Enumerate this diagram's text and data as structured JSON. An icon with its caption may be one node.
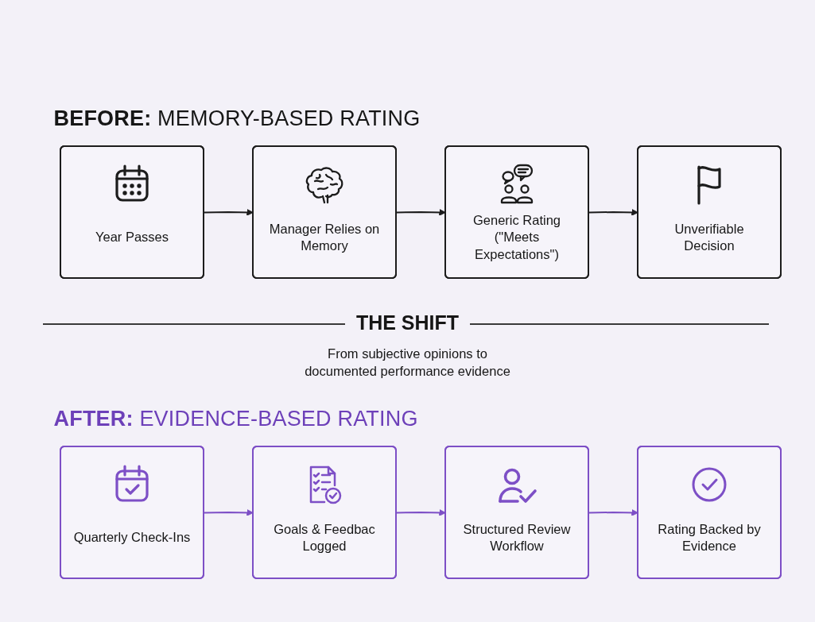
{
  "diagram": {
    "nodes": [
      {
        "text": [
          "Year Passes"
        ]
      },
      {
        "text": [
          "Manager Relies on Memory"
        ]
      },
      {
        "text": [
          "Generic Rating (\"Meets Expectations\")"
        ]
      },
      {
        "text": [
          "Unverifiable Decision"
        ]
      },
      {
        "text": [
          "Quarterly Check-Ins"
        ]
      },
      {
        "text": [
          "Goals & Feedbac Logged"
        ]
      },
      {
        "text": [
          "Structured Review Workflow"
        ]
      },
      {
        "text": [
          "Rating Backed by Evidence"
        ]
      }
    ],
    "edges": [
      {
        "from": 0,
        "to": 1,
        "arrow": "to"
      },
      {
        "from": 1,
        "to": 2,
        "arrow": "to"
      },
      {
        "from": 2,
        "to": 3,
        "arrow": "to"
      },
      {
        "from": 4,
        "to": 5,
        "arrow": "to",
        "color": "#7d4fc6"
      },
      {
        "from": 5,
        "to": 6,
        "arrow": "to",
        "color": "#7d4fc6"
      },
      {
        "from": 6,
        "to": 7,
        "arrow": "to",
        "color": "#7d4fc6"
      }
    ],
    "labels": [
      "**BEFORE:** MEMORY-BASED RATING",
      "THE SHIFT",
      "From subjective opinions to documented performance evidence",
      "**AFTER:** EVIDENCE-BASED RATING"
    ]
  }
}
